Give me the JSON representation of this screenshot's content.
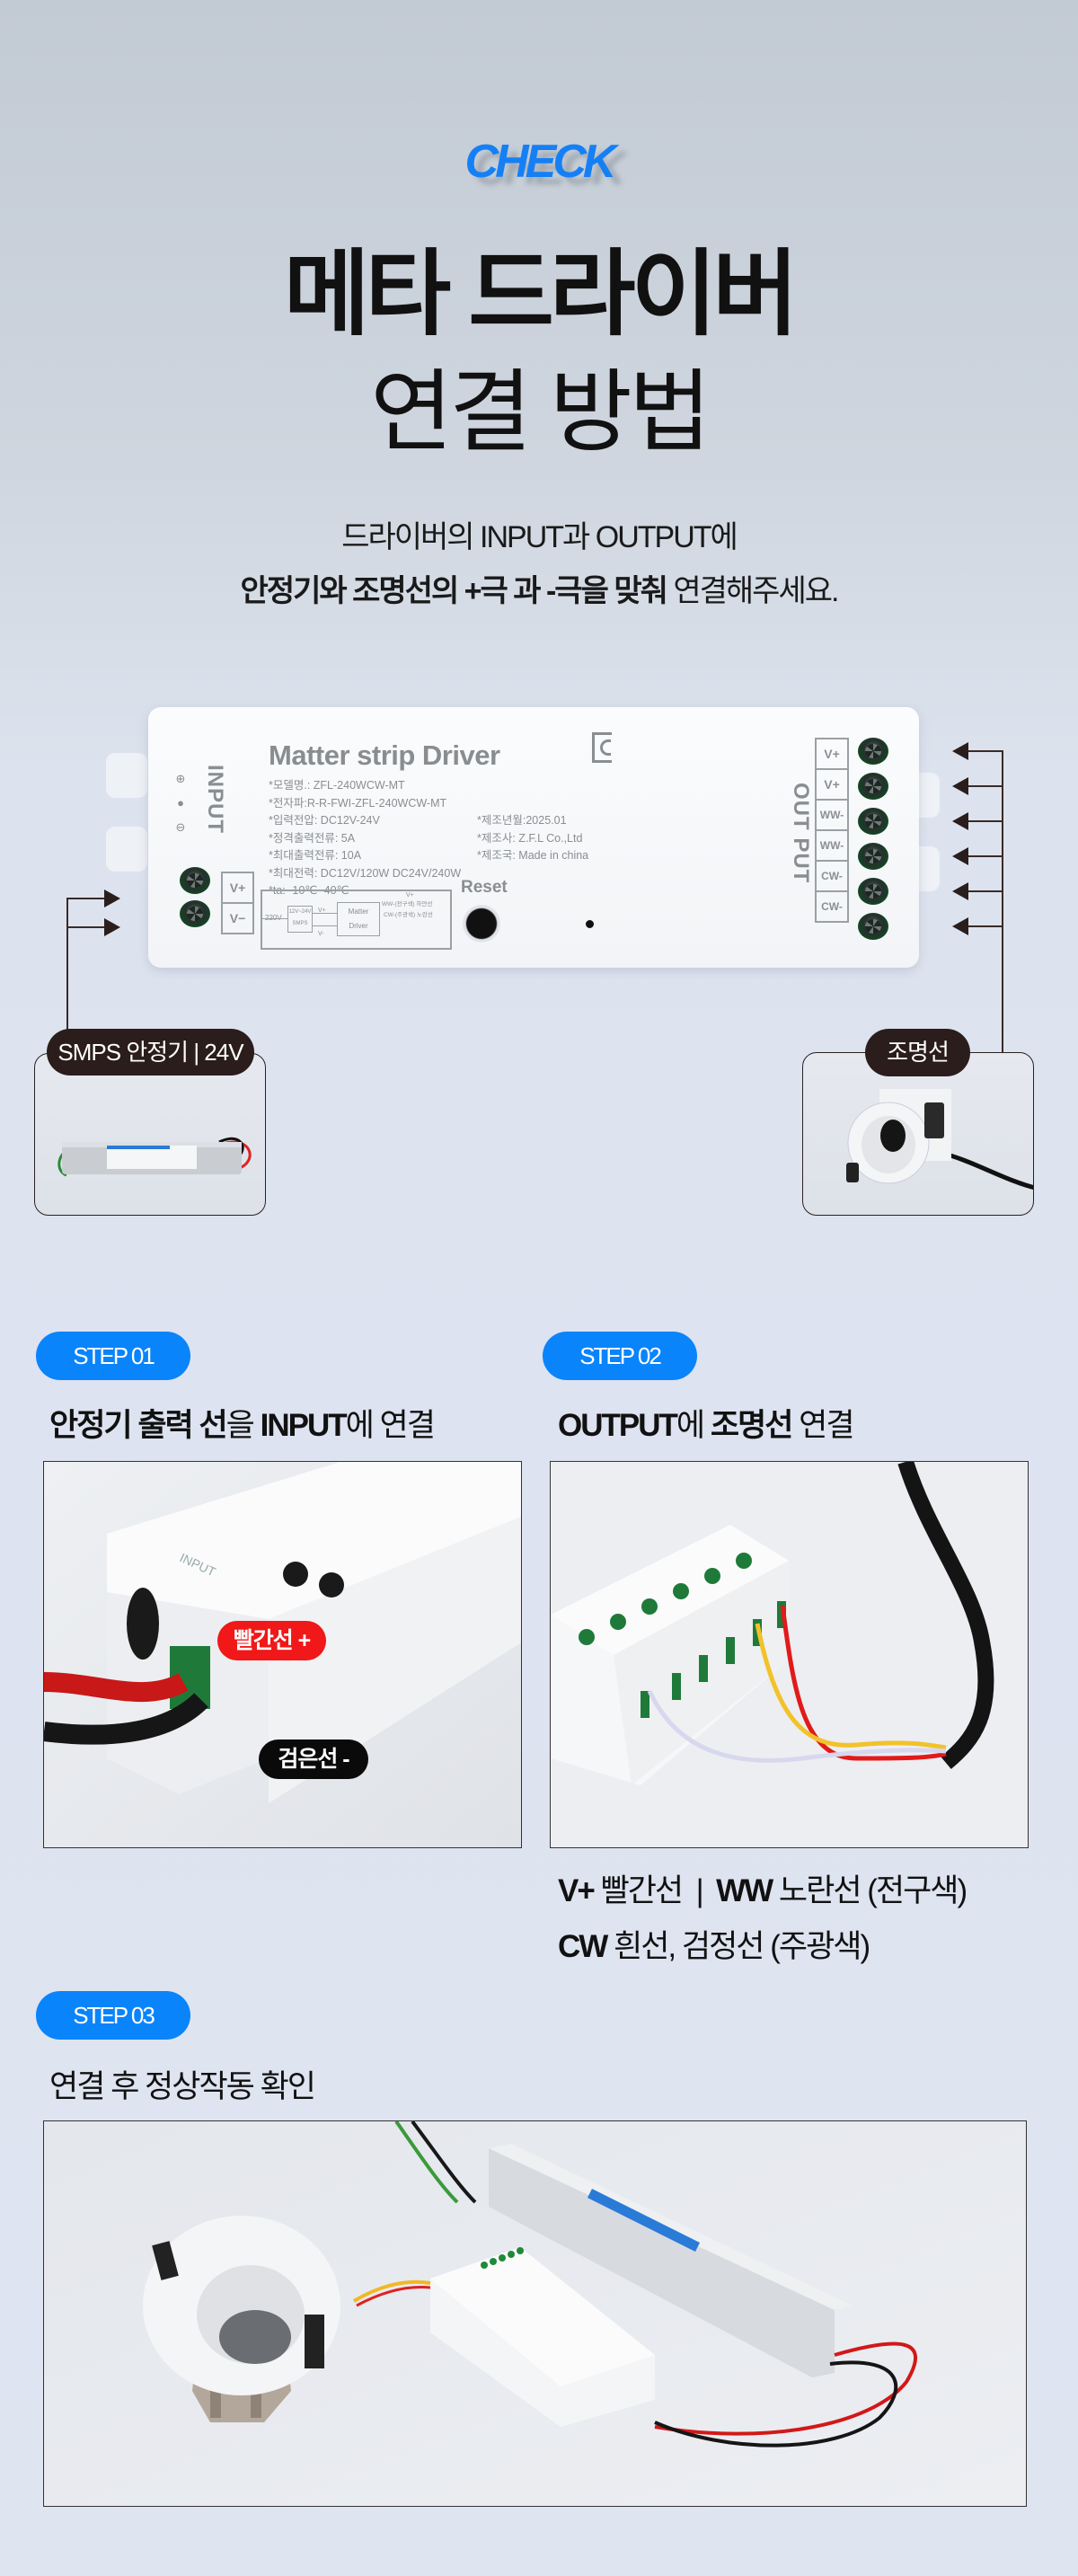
{
  "header": {
    "badge": "CHECK",
    "title_line1": "메타 드라이버",
    "title_line2": "연결 방법",
    "desc_line1": "드라이버의 INPUT과 OUTPUT에",
    "desc_line2_bold": "안정기와 조명선의 +극 과 -극을 맞춰",
    "desc_line2_rest": " 연결해주세요."
  },
  "driver": {
    "name": "Matter strip Driver",
    "specs_left": [
      "*모델명.: ZFL-240WCW-MT",
      "*전자파:R-R-FWI-ZFL-240WCW-MT",
      "*입력전압: DC12V-24V",
      "*정격출력전류: 5A",
      "*최대출력전류: 10A",
      "*최대전력: DC12V/120W   DC24V/240W",
      "*ta: -10℃~40℃"
    ],
    "specs_right": [
      "*제조년월:2025.01",
      "*제조사: Z.F.L Co.,Ltd",
      "*제조국: Made in china"
    ],
    "input_label": "INPUT",
    "output_label": "OUT PUT",
    "input_terminals": [
      "V+",
      "V−"
    ],
    "output_terminals": [
      "V+",
      "V+",
      "WW-",
      "WW-",
      "CW-",
      "CW-"
    ],
    "reset_label": "Reset",
    "certification_mark": "KC",
    "diagram": {
      "ac": "220V",
      "smps_line1": "12V~24V",
      "smps_line2": "SMPS",
      "vplus": "V+",
      "vminus": "V-",
      "driver_line1": "Matter",
      "driver_line2": "Driver",
      "out_vplus": "V+",
      "ww": "WW-(전구색) 하얀선",
      "cw": "CW-(주광색) 노란선"
    }
  },
  "callouts": {
    "smps": "SMPS 안정기 | 24V",
    "light": "조명선"
  },
  "steps": [
    {
      "badge": "STEP 01",
      "heading": [
        {
          "text": "안정기 출력 선",
          "bold": true
        },
        {
          "text": "을 ",
          "bold": false
        },
        {
          "text": "INPUT",
          "bold": true
        },
        {
          "text": "에 연결",
          "bold": false
        }
      ],
      "tags": {
        "red": "빨간선 +",
        "black": "검은선 -"
      }
    },
    {
      "badge": "STEP 02",
      "heading": [
        {
          "text": "OUTPUT",
          "bold": true
        },
        {
          "text": "에 ",
          "bold": false
        },
        {
          "text": "조명선",
          "bold": true
        },
        {
          "text": " 연결",
          "bold": false
        }
      ],
      "caption_line1": [
        {
          "text": "V+",
          "bold": true
        },
        {
          "text": " 빨간선  |  ",
          "bold": false
        },
        {
          "text": "WW",
          "bold": true
        },
        {
          "text": " 노란선 (전구색)",
          "bold": false
        }
      ],
      "caption_line2": [
        {
          "text": "CW",
          "bold": true
        },
        {
          "text": " 흰선, 검정선 (주광색)",
          "bold": false
        }
      ]
    },
    {
      "badge": "STEP 03",
      "heading": [
        {
          "text": "연결 후 정상작동 확인",
          "bold": false
        }
      ]
    }
  ],
  "colors": {
    "accent": "#0a84fb",
    "check": "#1580f5",
    "callout_bg": "#2b1d1b",
    "red_tag": "#f01818",
    "black_tag": "#0a0a0a"
  }
}
